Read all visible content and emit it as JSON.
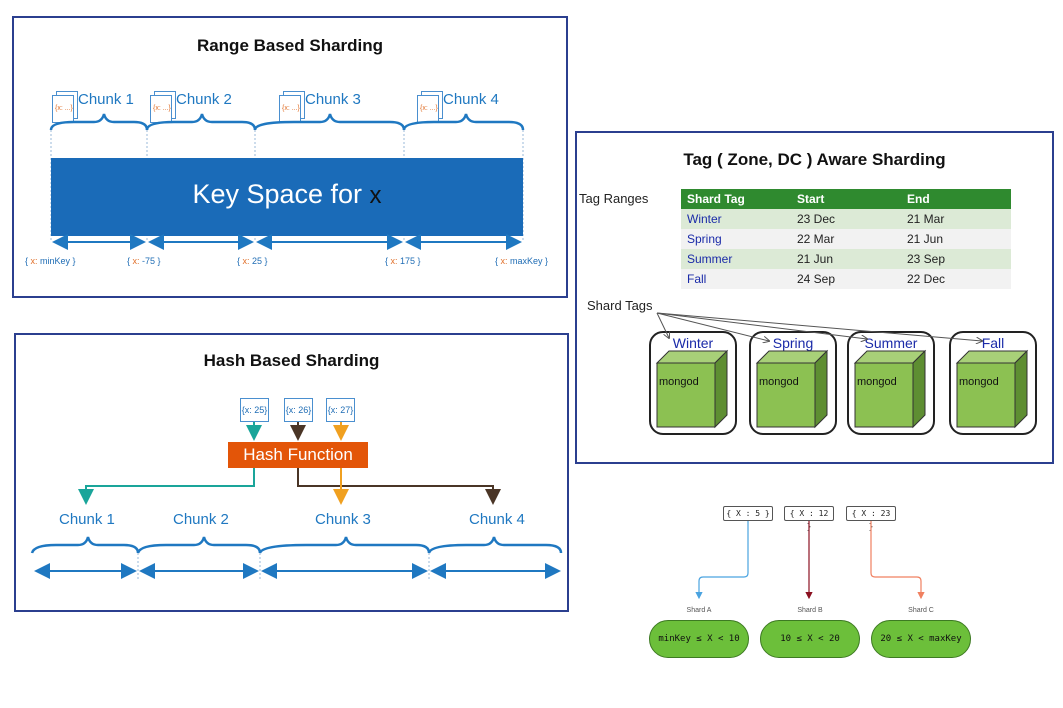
{
  "range": {
    "title": "Range Based Sharding",
    "chunks": [
      "Chunk 1",
      "Chunk 2",
      "Chunk 3",
      "Chunk 4"
    ],
    "doc_icon": "{x: ...}",
    "key_space": "Key Space for",
    "key_var": "x",
    "bounds": [
      {
        "prefix": "{ ",
        "key": "x:",
        "value": " minKey }"
      },
      {
        "prefix": "{ ",
        "key": "x:",
        "value": " -75 }"
      },
      {
        "prefix": "{ ",
        "key": "x:",
        "value": " 25 }"
      },
      {
        "prefix": "{ ",
        "key": "x:",
        "value": " 175 }"
      },
      {
        "prefix": "{ ",
        "key": "x:",
        "value": " maxKey }"
      }
    ]
  },
  "hash": {
    "title": "Hash Based Sharding",
    "docs": [
      "{x: 25}",
      "{x: 26}",
      "{x: 27}"
    ],
    "function_label": "Hash Function",
    "chunks": [
      "Chunk 1",
      "Chunk 2",
      "Chunk 3",
      "Chunk 4"
    ],
    "colors": {
      "teal": "#1aa59a",
      "dark": "#4a3526",
      "orange": "#f0a020"
    }
  },
  "tag": {
    "title": "Tag ( Zone, DC ) Aware Sharding",
    "ranges_label": "Tag Ranges",
    "table_headers": [
      "Shard Tag",
      "Start",
      "End"
    ],
    "rows": [
      {
        "tag": "Winter",
        "start": "23 Dec",
        "end": "21 Mar"
      },
      {
        "tag": "Spring",
        "start": "22 Mar",
        "end": "21 Jun"
      },
      {
        "tag": "Summer",
        "start": "21 Jun",
        "end": "23 Sep"
      },
      {
        "tag": "Fall",
        "start": "24 Sep",
        "end": "22 Dec"
      }
    ],
    "shard_tags_label": "Shard Tags",
    "shards": [
      {
        "name": "Winter",
        "node": "mongod"
      },
      {
        "name": "Spring",
        "node": "mongod"
      },
      {
        "name": "Summer",
        "node": "mongod"
      },
      {
        "name": "Fall",
        "node": "mongod"
      }
    ]
  },
  "example": {
    "docs": [
      "{ X : 5 }",
      "{ X : 12 }",
      "{ X : 23 }"
    ],
    "shards": [
      {
        "name": "Shard A",
        "range": "minKey ≤ X < 10"
      },
      {
        "name": "Shard B",
        "range": "10 ≤ X < 20"
      },
      {
        "name": "Shard C",
        "range": "20 ≤ X < maxKey"
      }
    ],
    "colors": {
      "blue": "#4aa3e0",
      "red": "#8b1020",
      "salmon": "#f08060"
    }
  }
}
